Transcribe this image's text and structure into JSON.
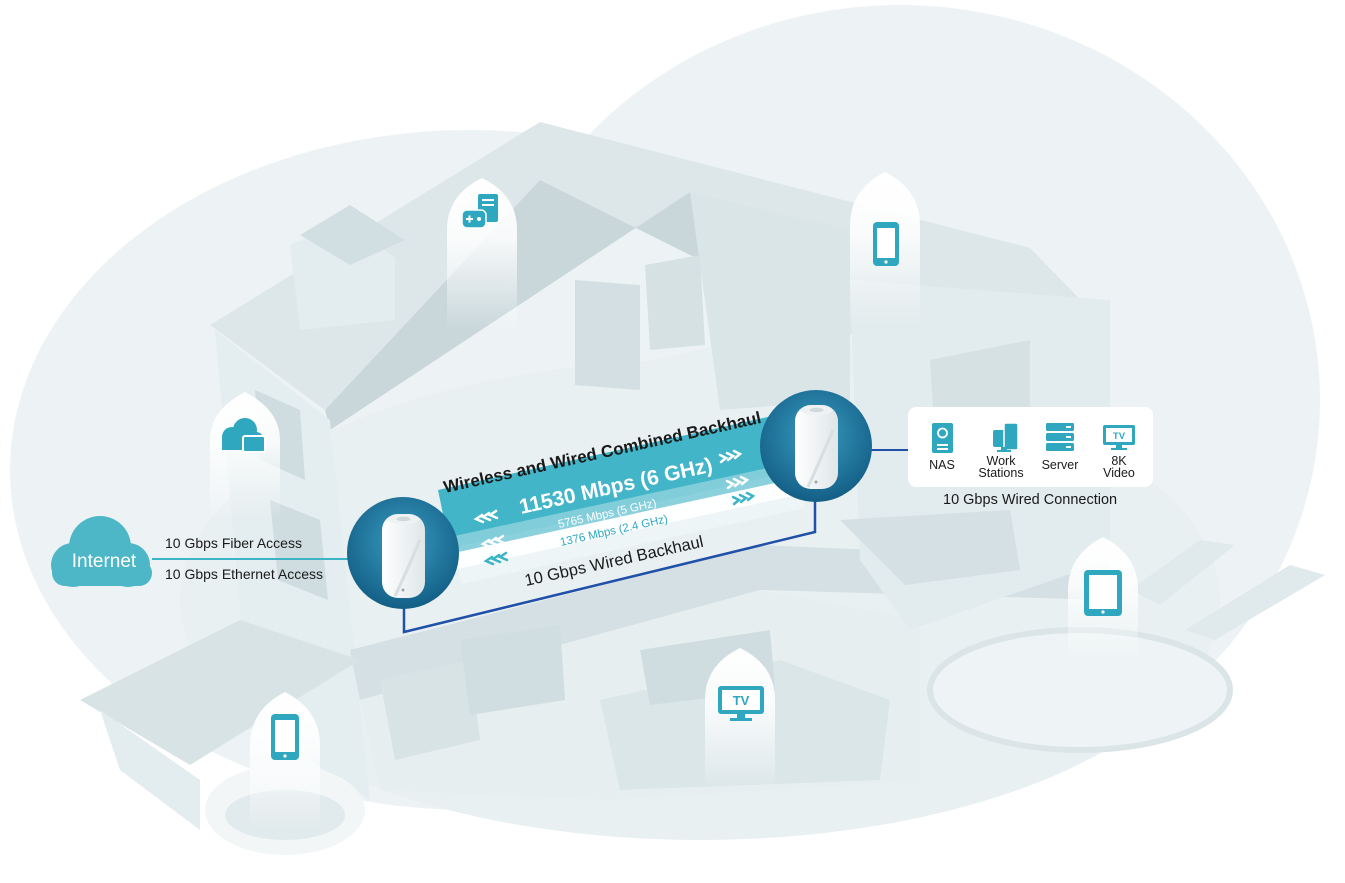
{
  "internet": {
    "label": "Internet"
  },
  "access": {
    "fiber": "10 Gbps Fiber Access",
    "ethernet": "10 Gbps Ethernet Access"
  },
  "backhaul": {
    "combined_title": "Wireless and Wired Combined Backhaul",
    "band_6ghz": "11530 Mbps (6 GHz)",
    "band_5ghz": "5765 Mbps (5 GHz)",
    "band_24ghz": "1376 Mbps (2.4 GHz)",
    "wired": "10 Gbps Wired Backhaul"
  },
  "wired_devices": {
    "items": [
      {
        "label_line1": "NAS",
        "label_line2": "",
        "icon": "nas-icon"
      },
      {
        "label_line1": "Work",
        "label_line2": "Stations",
        "icon": "workstation-icon"
      },
      {
        "label_line1": "Server",
        "label_line2": "",
        "icon": "server-icon"
      },
      {
        "label_line1": "8K",
        "label_line2": "Video",
        "icon": "tv-icon"
      }
    ],
    "caption": "10 Gbps Wired Connection"
  },
  "icons": {
    "tv_badge_text": "TV",
    "tv_small_text": "TV"
  },
  "colors": {
    "accent": "#3db3c7",
    "accent_light": "#8fd3de",
    "wired_line": "#2050a8",
    "node_dark": "#1a6f96",
    "house": "#e6eef0",
    "house_shadow": "#ccdadd",
    "background_blob": "#eaf1f3"
  }
}
